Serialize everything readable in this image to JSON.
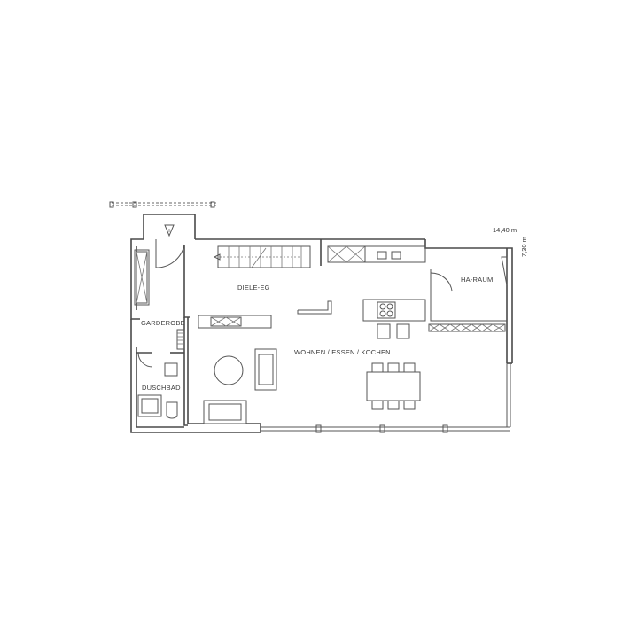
{
  "plan": {
    "rooms": {
      "diele": "DIELE-EG",
      "ha_raum": "HA-RAUM",
      "garderobe": "GARDEROBE",
      "duschbad": "DUSCHBAD",
      "wohnen": "WOHNEN / ESSEN / KOCHEN"
    },
    "dimensions": {
      "width": "14,40 m",
      "depth": "7,30 m"
    }
  }
}
